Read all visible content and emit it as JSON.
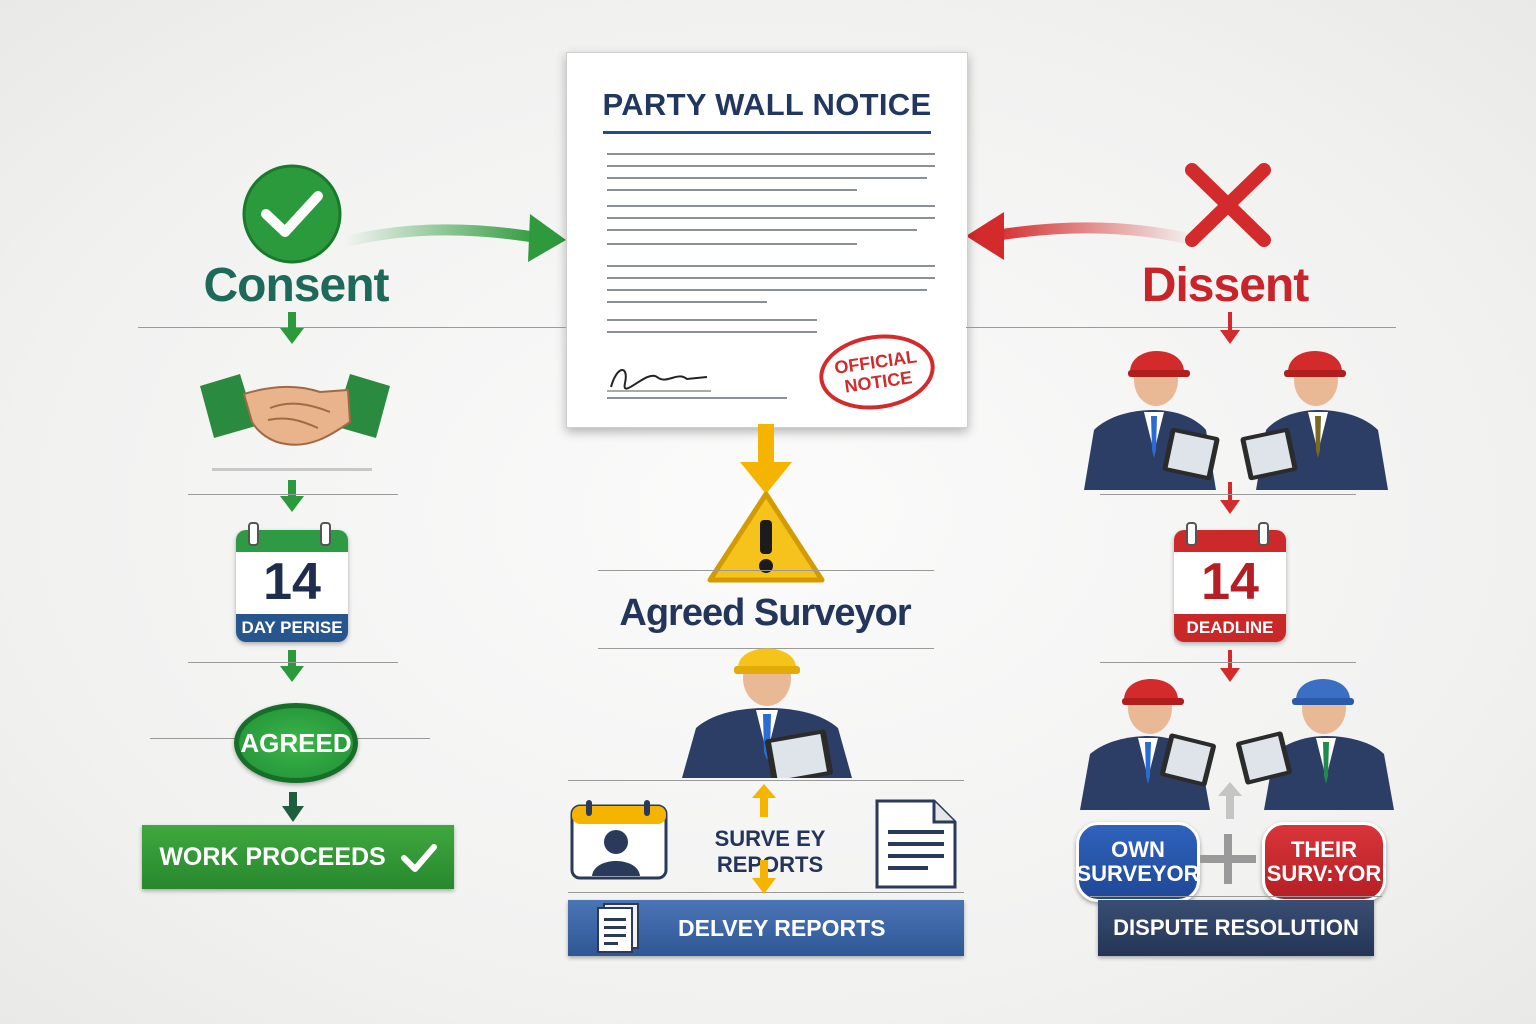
{
  "notice": {
    "title": "PARTY WALL NOTICE",
    "stamp": "OFFICIAL\nNOTICE"
  },
  "consent_path": {
    "heading": "Consent",
    "calendar_number": "14",
    "calendar_label": "DAY PERISE",
    "agreed_badge": "AGREED",
    "result": "WORK PROCEEDS"
  },
  "agreed_path": {
    "heading": "Agreed Surveyor",
    "reports_label": "SURVE EY REPORTS",
    "delivery_label": "DELVEY REPORTS"
  },
  "dissent_path": {
    "heading": "Dissent",
    "calendar_number": "14",
    "calendar_label": "DEADLINE",
    "own_surveyor": "OWN\nSURVEYOR",
    "their_surveyor": "THEIR\nSURV:YOR",
    "result": "DISPUTE RESOLUTION"
  },
  "colors": {
    "consent_green": "#2a9a3c",
    "dissent_red": "#d32b2b",
    "warning_yellow": "#f6c21c",
    "navy": "#23355a",
    "blue": "#2f5795"
  },
  "icons": [
    "check-circle-icon",
    "cross-icon",
    "handshake-icon",
    "warning-icon",
    "calendar-icon",
    "document-icon",
    "surveyor-icon",
    "plus-icon"
  ]
}
